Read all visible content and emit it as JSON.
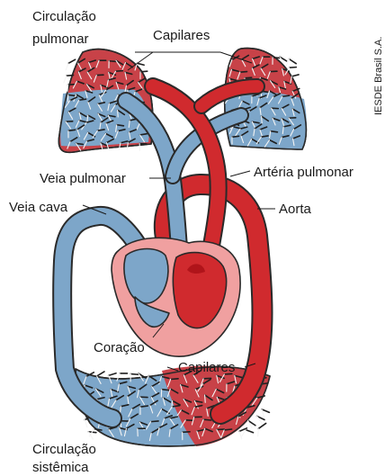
{
  "credit": "IESDE Brasil S.A.",
  "labels": {
    "circ_pulmonar_1": "Circulação",
    "circ_pulmonar_2": "pulmonar",
    "capilares_top": "Capilares",
    "veia_pulmonar": "Veia pulmonar",
    "arteria_pulmonar": "Artéria pulmonar",
    "veia_cava": "Veia cava",
    "aorta": "Aorta",
    "coracao": "Coração",
    "capilares_bottom": "Capilares",
    "circ_sistemica_1": "Circulação",
    "circ_sistemica_2": "sistêmica"
  },
  "colors": {
    "venous": "#7da6c9",
    "arterial": "#d02a2e",
    "heart_pink": "#f0a0a0",
    "outline": "#2a2a2a"
  }
}
